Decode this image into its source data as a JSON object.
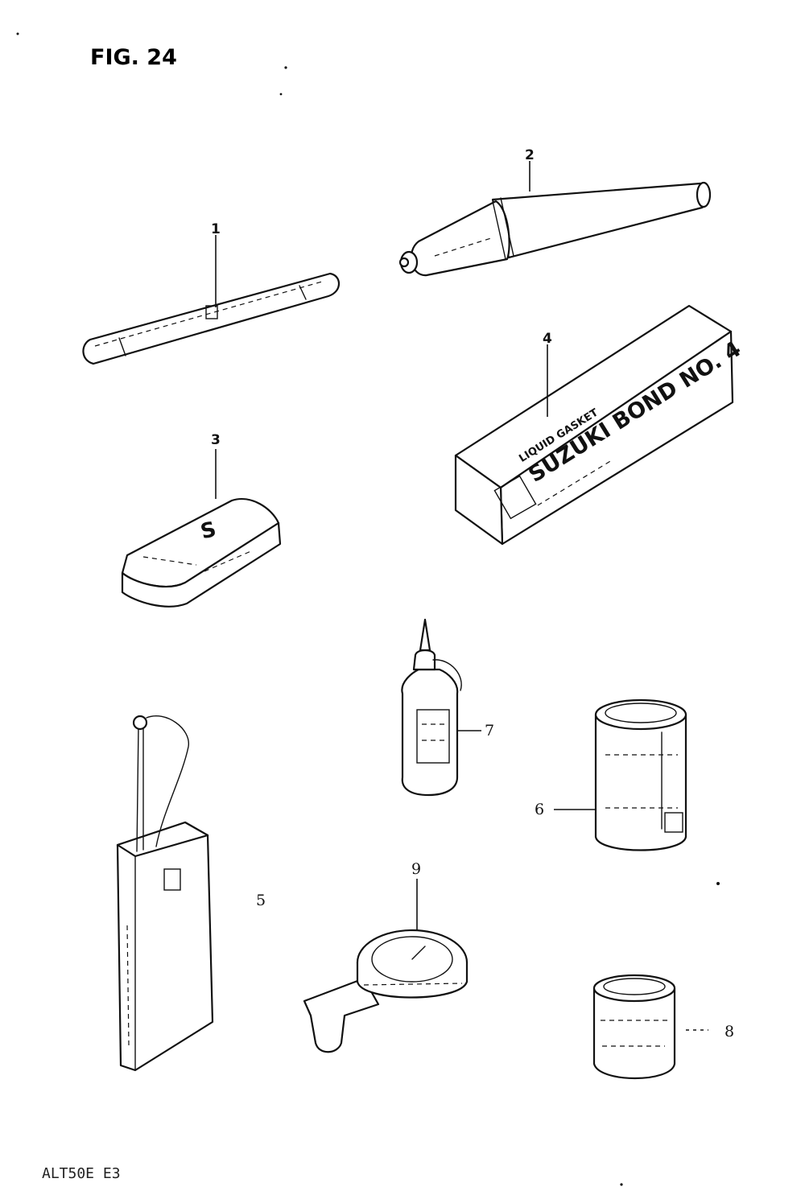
{
  "figure": {
    "title": "FIG. 24",
    "footer": "ALT50E E3"
  },
  "parts": [
    {
      "number": "1",
      "name": "tube-item"
    },
    {
      "number": "2",
      "name": "grease-tube"
    },
    {
      "number": "3",
      "name": "small-box"
    },
    {
      "number": "4",
      "name": "liquid-gasket-box"
    },
    {
      "number": "5",
      "name": "oil-can-tall"
    },
    {
      "number": "6",
      "name": "can-large"
    },
    {
      "number": "7",
      "name": "oil-bottle"
    },
    {
      "number": "8",
      "name": "can-small"
    },
    {
      "number": "9",
      "name": "tire-pressure-gauge"
    }
  ],
  "box_label": {
    "line1": "LIQUID GASKET",
    "line2": "SUZUKI BOND NO. 4"
  },
  "colors": {
    "ink": "#111111",
    "paper": "#ffffff"
  }
}
